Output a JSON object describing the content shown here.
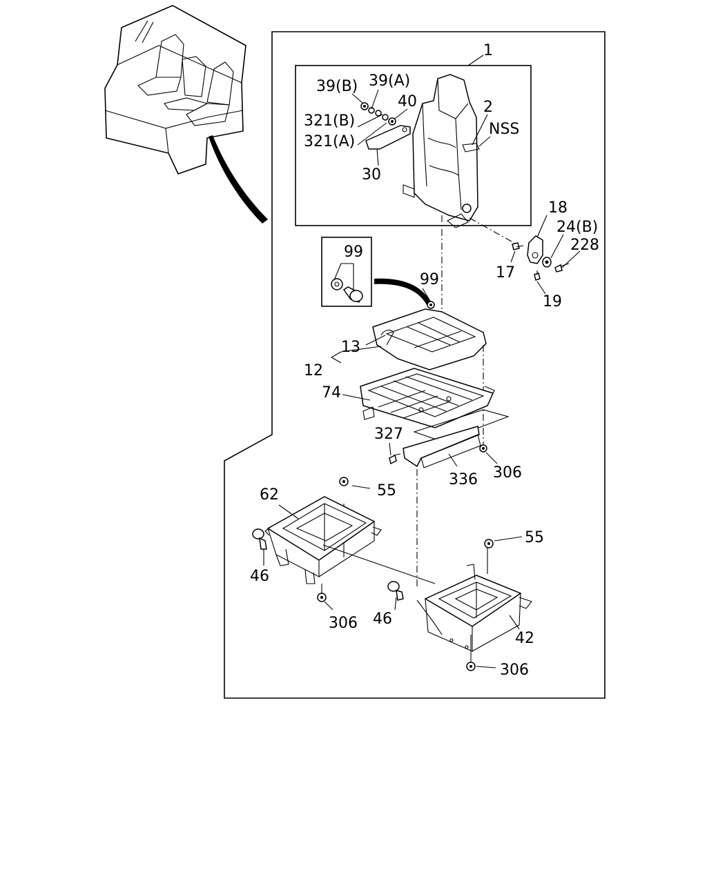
{
  "labels": {
    "p1": "1",
    "p39b": "39(B)",
    "p39a": "39(A)",
    "p40": "40",
    "p2": "2",
    "nss": "NSS",
    "p321b": "321(B)",
    "p321a": "321(A)",
    "p30": "30",
    "p18": "18",
    "p24b": "24(B)",
    "p228": "228",
    "p17": "17",
    "p19": "19",
    "p99box": "99",
    "p99": "99",
    "p13": "13",
    "p12": "12",
    "p74": "74",
    "p327": "327",
    "p336": "336",
    "p306a": "306",
    "p62": "62",
    "p55a": "55",
    "p55b": "55",
    "p46a": "46",
    "p46b": "46",
    "p306b": "306",
    "p42": "42",
    "p306c": "306"
  }
}
